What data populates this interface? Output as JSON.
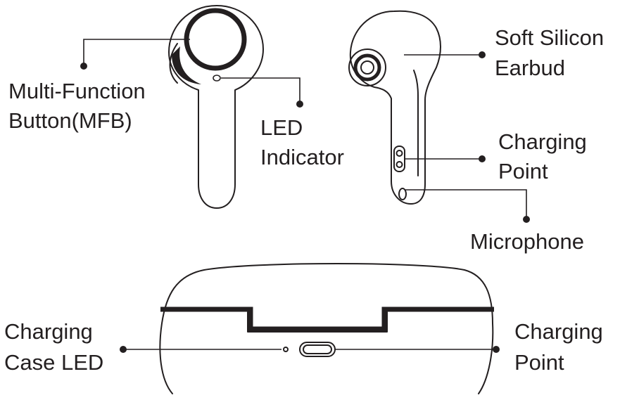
{
  "labels": {
    "mfb": [
      "Multi-Function",
      "Button(MFB)"
    ],
    "led_indicator": [
      "LED",
      "Indicator"
    ],
    "soft_silicon_earbud": [
      "Soft Silicon",
      "Earbud"
    ],
    "earbud_charging_point": [
      "Charging",
      "Point"
    ],
    "microphone": "Microphone",
    "charging_case_led": [
      "Charging",
      "Case LED"
    ],
    "case_charging_point": [
      "Charging",
      "Point"
    ]
  },
  "colors": {
    "ink": "#231f20",
    "background": "#ffffff"
  }
}
